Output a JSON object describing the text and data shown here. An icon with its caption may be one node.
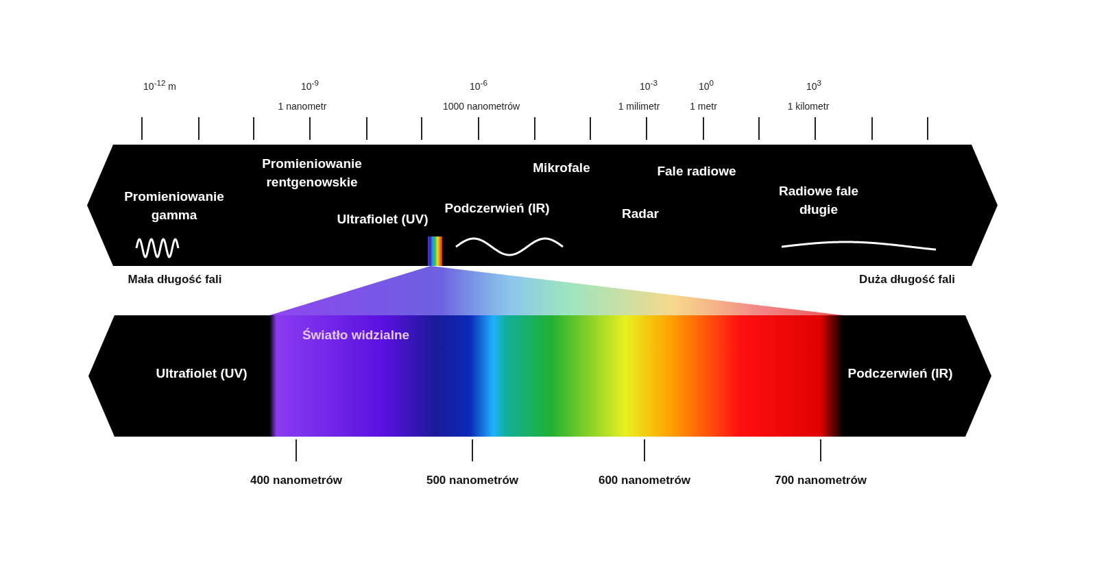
{
  "diagram": {
    "nodes": [
      {
        "text": [
          "Promieniowanie gamma",
          "Promieniowanie rentgenowskie",
          "Ultrafiolet (UV)",
          "Podczerwień (IR)",
          "Mikrofale",
          "Fale radiowe",
          "Radar",
          "Radiowe fale długie"
        ]
      },
      {
        "text": [
          "Ultrafiolet (UV)",
          "Światło widzialne",
          "Podczerwień (IR)"
        ]
      }
    ],
    "labels": [
      "10$^{-12}$ m",
      "10$^{-9}$",
      "10$^{-6}$",
      "10$^{-3}$",
      "10$^{0}$",
      "10$^{3}$",
      "1 nanometr",
      "1000 nanometrów",
      "1 milimetr",
      "1 metr",
      "1 kilometr",
      "Mała długość fali",
      "Duża długość fali",
      "400 nanometrów",
      "500 nanometrów",
      "600 nanometrów",
      "700 nanometrów"
    ]
  }
}
